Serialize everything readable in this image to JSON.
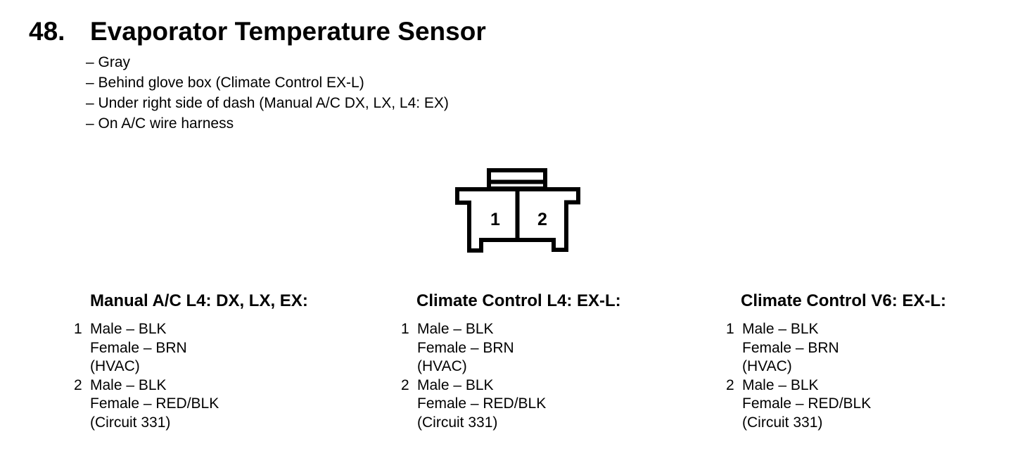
{
  "page": {
    "section_number": "48.",
    "title": "Evaporator Temperature Sensor",
    "bullets": [
      "– Gray",
      "– Behind glove box (Climate Control EX-L)",
      "– Under right side of dash (Manual A/C DX, LX, L4: EX)",
      "– On A/C wire harness"
    ]
  },
  "connector": {
    "cavity_labels": [
      "1",
      "2"
    ]
  },
  "columns": [
    {
      "heading": "Manual A/C L4: DX, LX, EX:",
      "pins": [
        {
          "number": "1",
          "lines": [
            "Male – BLK",
            "Female – BRN",
            "(HVAC)"
          ]
        },
        {
          "number": "2",
          "lines": [
            "Male – BLK",
            "Female – RED/BLK",
            "(Circuit 331)"
          ]
        }
      ]
    },
    {
      "heading": "Climate Control L4: EX-L:",
      "pins": [
        {
          "number": "1",
          "lines": [
            "Male – BLK",
            "Female – BRN",
            "(HVAC)"
          ]
        },
        {
          "number": "2",
          "lines": [
            "Male – BLK",
            "Female – RED/BLK",
            "(Circuit 331)"
          ]
        }
      ]
    },
    {
      "heading": "Climate Control V6: EX-L:",
      "pins": [
        {
          "number": "1",
          "lines": [
            "Male – BLK",
            "Female – BRN",
            "(HVAC)"
          ]
        },
        {
          "number": "2",
          "lines": [
            "Male – BLK",
            "Female – RED/BLK",
            "(Circuit 331)"
          ]
        }
      ]
    }
  ],
  "colors": {
    "text": "#000000",
    "background": "#ffffff",
    "line": "#000000"
  }
}
